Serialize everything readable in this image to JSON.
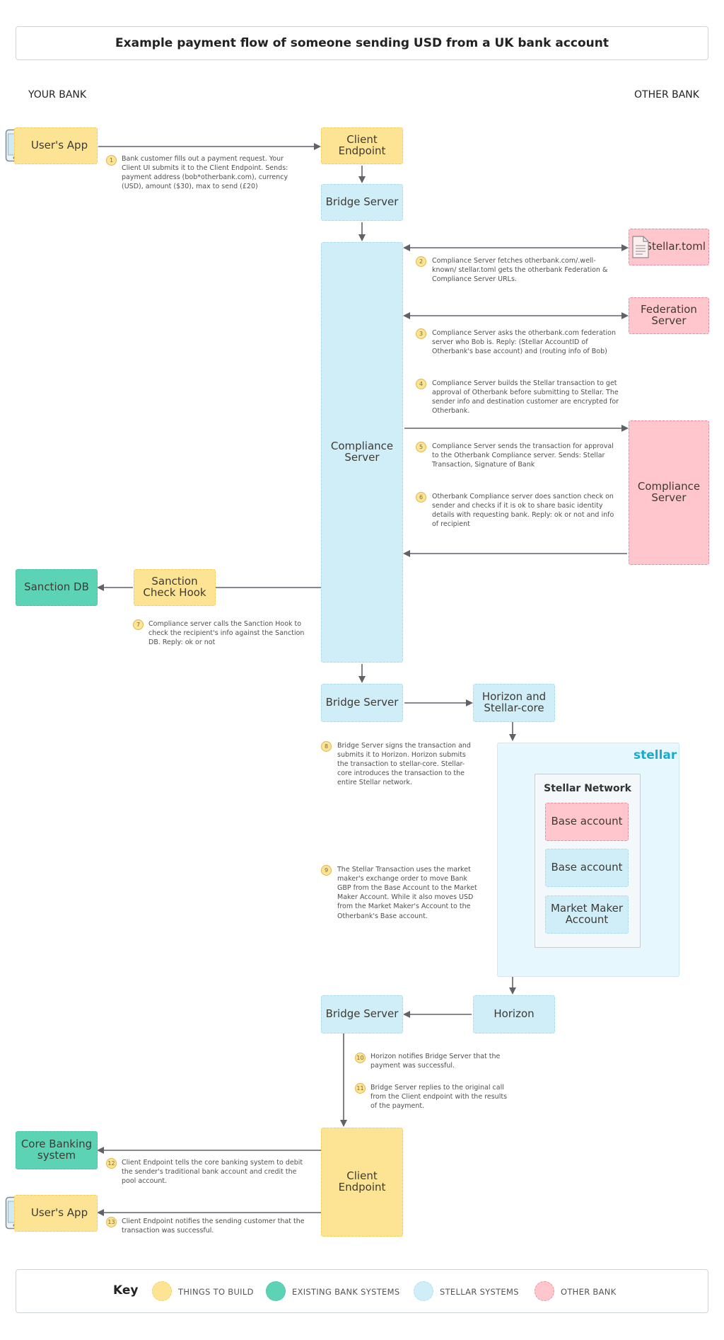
{
  "title": "Example payment flow of someone sending USD from a UK bank account",
  "columns": {
    "left": "YOUR BANK",
    "right": "OTHER BANK"
  },
  "nodes": {
    "users_app_top": "User's App",
    "client_endpoint_top": "Client Endpoint",
    "bridge_server_1": "Bridge Server",
    "compliance_server": "Compliance Server",
    "stellar_toml": "Stellar.toml",
    "federation_server": "Federation Server",
    "other_compliance_server": "Compliance Server",
    "sanction_db": "Sanction DB",
    "sanction_hook": "Sanction Check Hook",
    "bridge_server_2": "Bridge Server",
    "horizon_core": "Horizon and Stellar-core",
    "horizon": "Horizon",
    "bridge_server_3": "Bridge Server",
    "core_banking": "Core Banking system",
    "client_endpoint_bottom": "Client Endpoint",
    "users_app_bottom": "User's App"
  },
  "stellar": {
    "logo": "stellar",
    "network_title": "Stellar Network",
    "base_account_other": "Base account",
    "base_account_stellar": "Base account",
    "market_maker": "Market Maker Account"
  },
  "steps": [
    {
      "num": "1",
      "text": "Bank customer fills out a payment request. Your Client UI submits it to the Client Endpoint. Sends: payment address (bob*otherbank.com), currency (USD), amount ($30), max to send (£20)"
    },
    {
      "num": "2",
      "text": "Compliance Server fetches otherbank.com/.well- known/ stellar.toml gets the otherbank Federation & Compliance Server URLs."
    },
    {
      "num": "3",
      "text": "Compliance Server asks the otherbank.com federation server who Bob is. Reply: (Stellar AccountID of Otherbank's base account) and (routing info of Bob)"
    },
    {
      "num": "4",
      "text": "Compliance Server builds the Stellar transaction to get approval of Otherbank before submitting to Stellar. The sender info and destination customer are encrypted for Otherbank."
    },
    {
      "num": "5",
      "text": "Compliance Server sends the transaction for approval to the Otherbank Compliance server. Sends: Stellar Transaction, Signature of Bank"
    },
    {
      "num": "6",
      "text": "Otherbank Compliance server does sanction check on sender and checks if it is ok to share basic identity details with requesting bank. Reply: ok or not and info of recipient"
    },
    {
      "num": "7",
      "text": "Compliance server calls the Sanction Hook to check the recipient's info against the Sanction DB. Reply: ok or not"
    },
    {
      "num": "8",
      "text": "Bridge Server signs the transaction and submits it to Horizon. Horizon submits the transaction to stellar-core. Stellar-core introduces the transaction to the entire Stellar network."
    },
    {
      "num": "9",
      "text": "The Stellar Transaction uses the market maker's exchange order to move Bank GBP from the Base Account to the Market Maker Account. While it also moves USD from the Market Maker's Account to the Otherbank's Base account."
    },
    {
      "num": "10",
      "text": "Horizon notifies Bridge Server that the payment was successful."
    },
    {
      "num": "11",
      "text": "Bridge Server replies to the original call from the Client endpoint with the results of the payment."
    },
    {
      "num": "12",
      "text": "Client Endpoint tells the core banking system to debit the sender's traditional bank account and credit the pool account."
    },
    {
      "num": "13",
      "text": "Client Endpoint notifies the sending customer that the transaction was successful."
    }
  ],
  "key": {
    "title": "Key",
    "items": [
      {
        "label": "THINGS TO BUILD",
        "color": "#fde494"
      },
      {
        "label": "EXISTING BANK SYSTEMS",
        "color": "#5dd3b6"
      },
      {
        "label": "STELLAR SYSTEMS",
        "color": "#cfeef8"
      },
      {
        "label": "OTHER BANK",
        "color": "#ffc6cd"
      }
    ]
  },
  "colors": {
    "build": "#fde494",
    "existing": "#5dd3b6",
    "stellar": "#cfeef8",
    "other": "#ffc6cd",
    "arrow": "#5f6368",
    "stellar_logo": "#1aaacd"
  }
}
